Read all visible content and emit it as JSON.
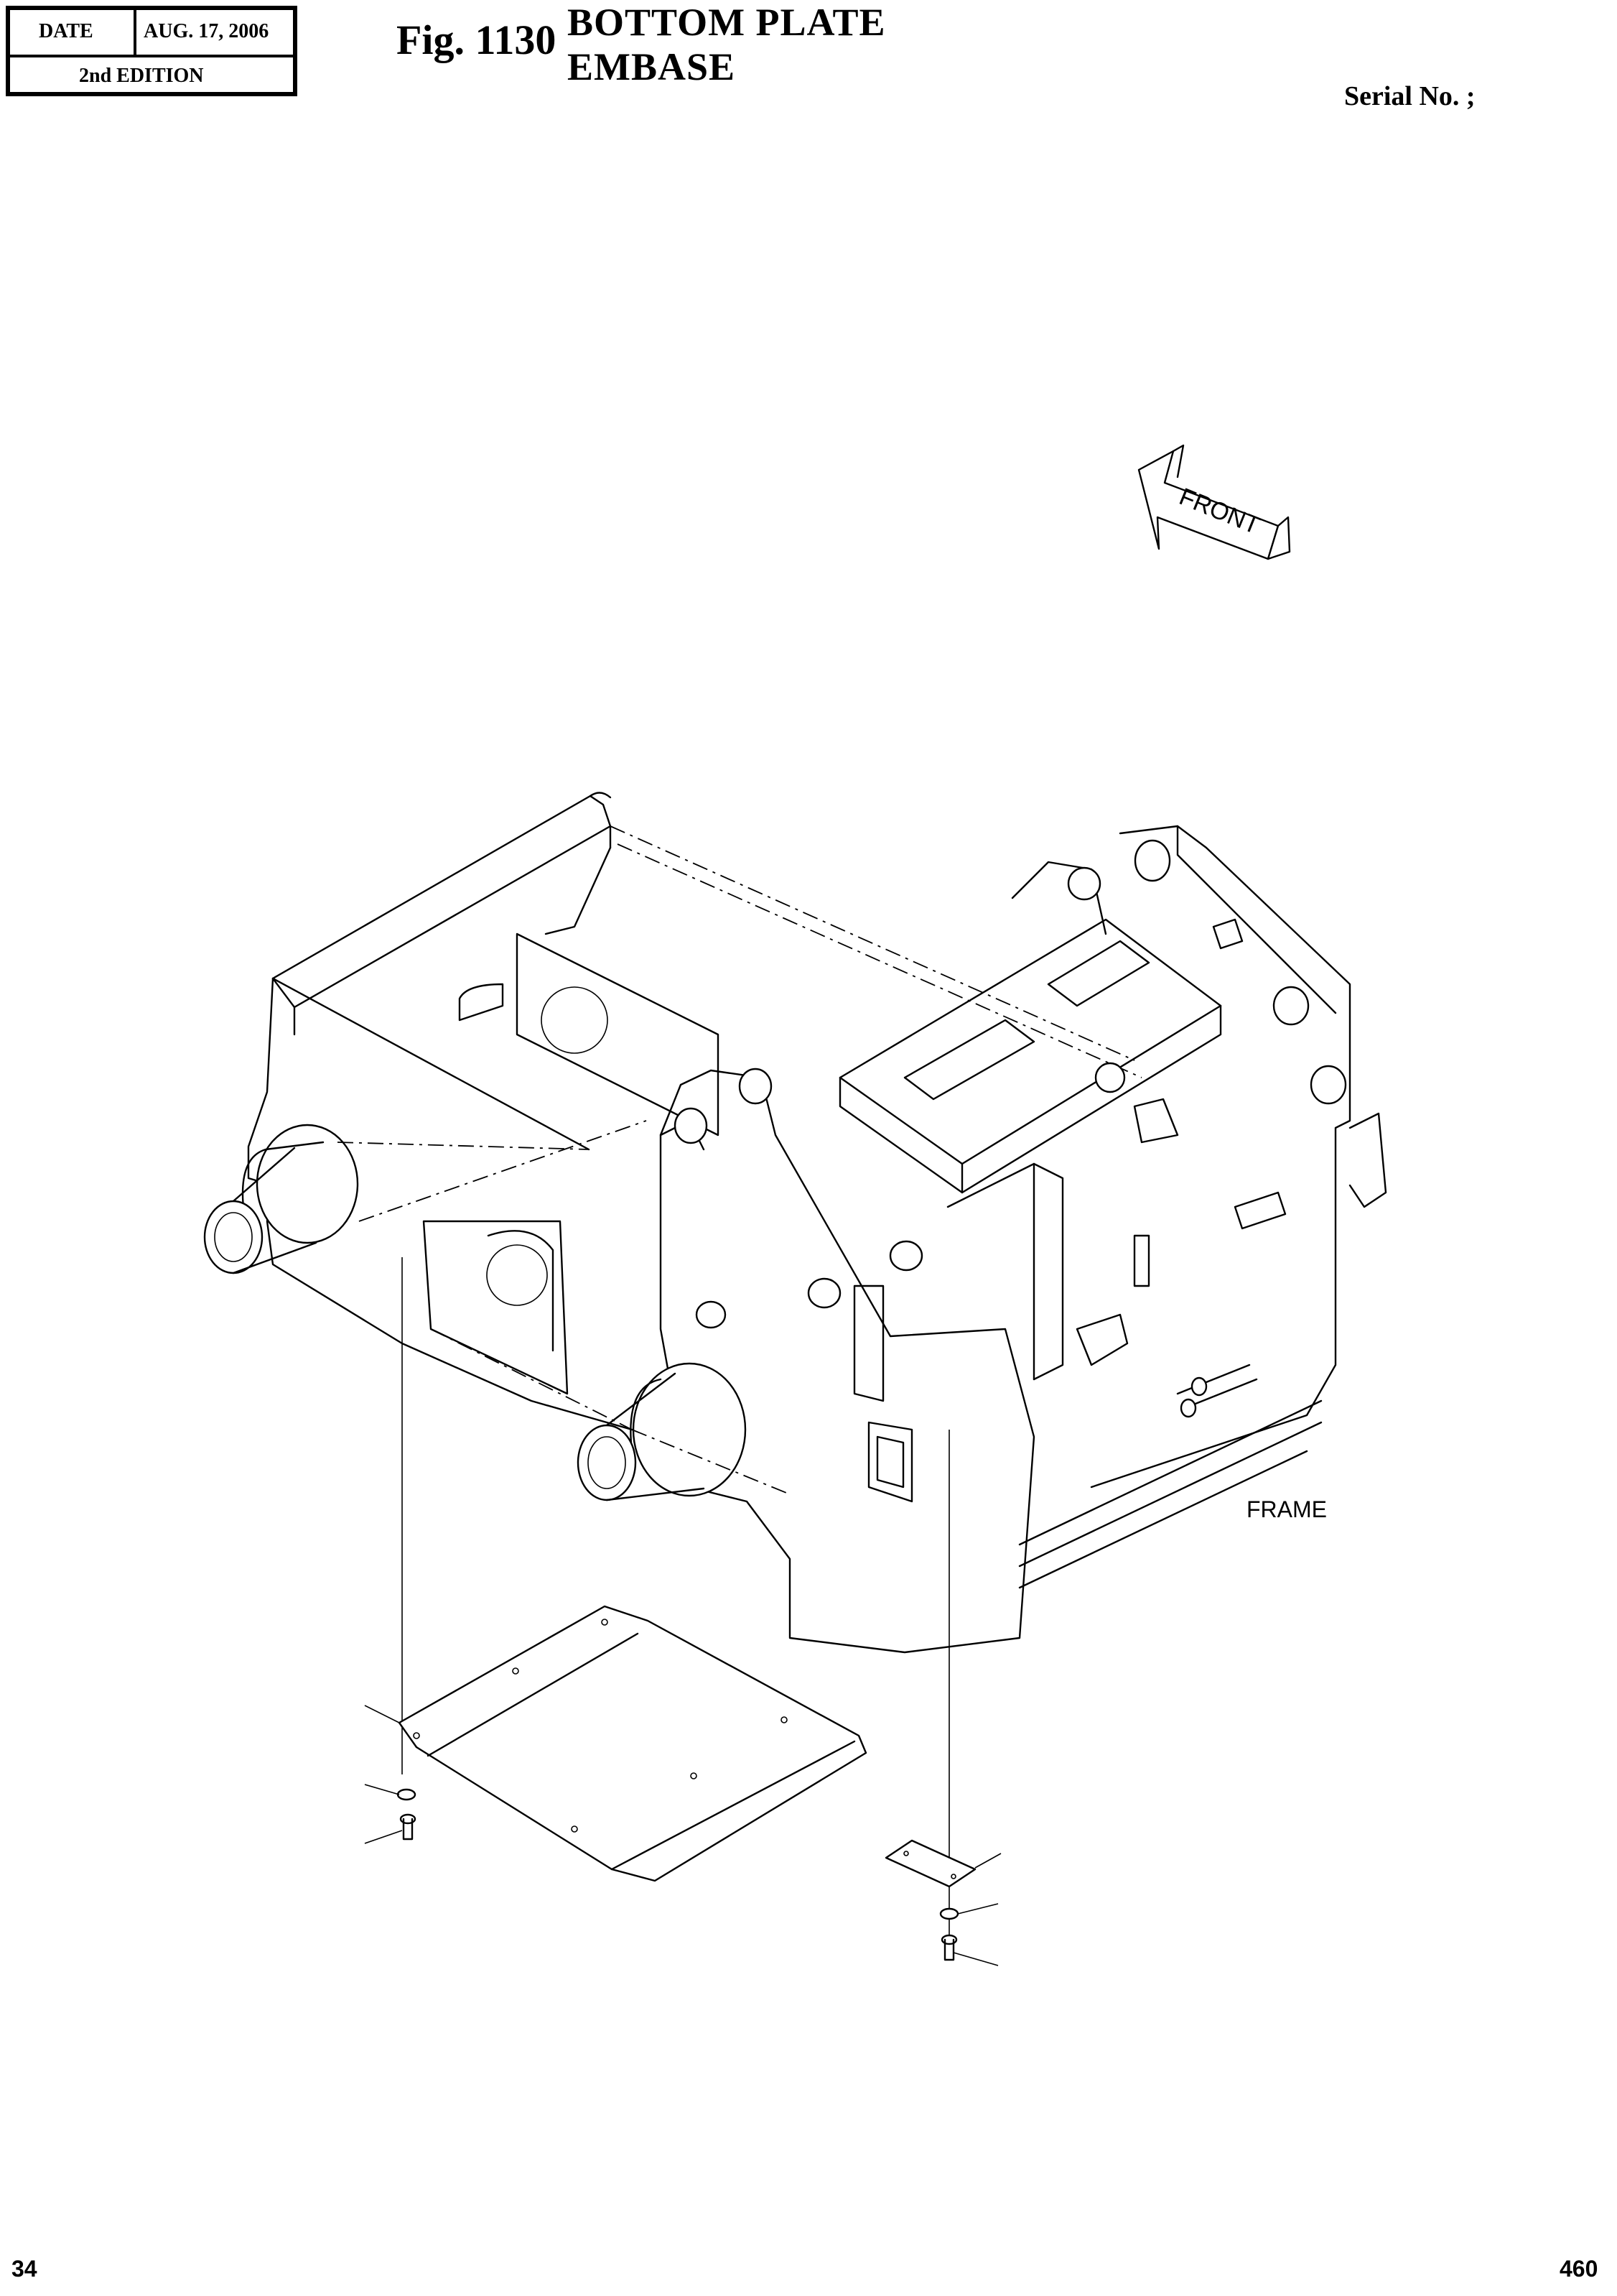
{
  "header": {
    "date_label": "DATE",
    "date_value": "AUG. 17, 2006",
    "edition": "2nd EDITION",
    "figure": "Fig. 1130",
    "title_en": "BOTTOM  PLATE",
    "title_fr": "EMBASE",
    "serial": "Serial No. ;"
  },
  "diagram": {
    "direction_arrow": "FRONT",
    "frame_label": "FRAME"
  },
  "footer": {
    "page_left": "34",
    "page_right": "460"
  }
}
